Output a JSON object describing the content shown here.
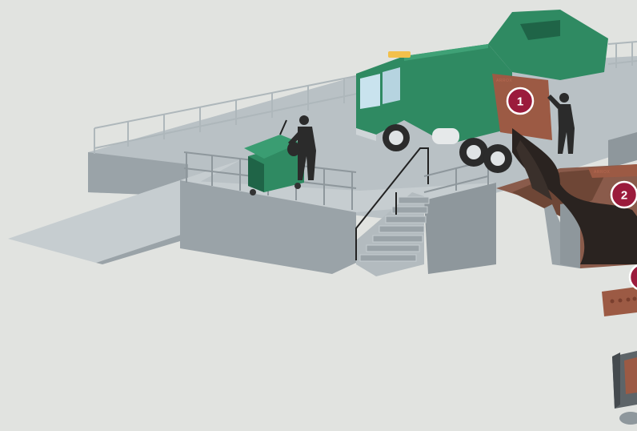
{
  "colors": {
    "background": "#e1e3e0",
    "platform_top": "#b9c1c5",
    "platform_wall": "#8e979c",
    "railing": "#aeb7bb",
    "truck_green": "#2f8a62",
    "truck_dark": "#1f6447",
    "bin_green": "#2f8a62",
    "waste_dark": "#2a2320",
    "conveyor_copper": "#9c5a44",
    "marker_fill": "#9b1b3c",
    "marker_stroke": "#ffffff"
  },
  "markers": [
    {
      "label": "1"
    },
    {
      "label": "2"
    },
    {
      "label": ""
    }
  ],
  "brand_marks": [
    {
      "text": "ARROX"
    },
    {
      "text": "ARROX"
    }
  ],
  "icons": {
    "worker_at_bin": "person-silhouette-icon",
    "worker_in_truck": "person-silhouette-icon",
    "garbage_truck": "garbage-truck-icon",
    "waste_bin": "waste-bin-icon"
  }
}
